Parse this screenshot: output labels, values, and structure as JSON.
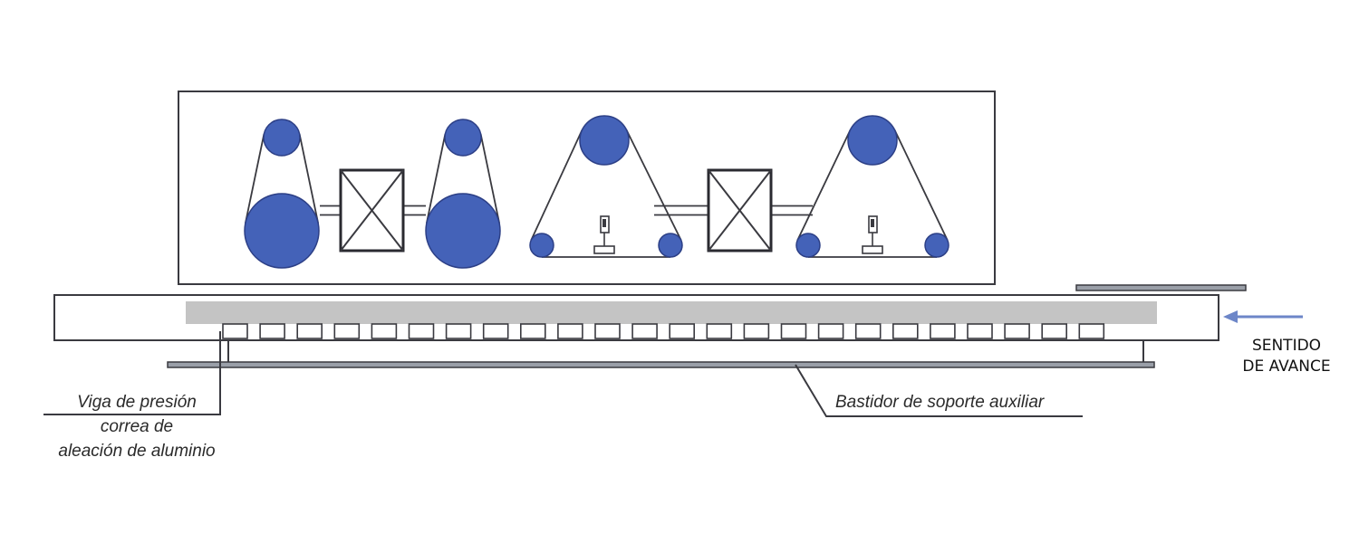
{
  "labels": {
    "pressure_beam": [
      "Viga de presión",
      "correa de",
      "aleación de aluminio"
    ],
    "support_frame": "Bastidor de soporte auxiliar",
    "direction": [
      "SENTIDO",
      "DE AVANCE"
    ]
  },
  "colors": {
    "pulley": "#4462b8",
    "pulley_stroke": "#2c3f86",
    "line": "#3a3a40",
    "board": "#c4c4c4",
    "arrow": "#6d86c8"
  },
  "pressure_block_count": 24
}
